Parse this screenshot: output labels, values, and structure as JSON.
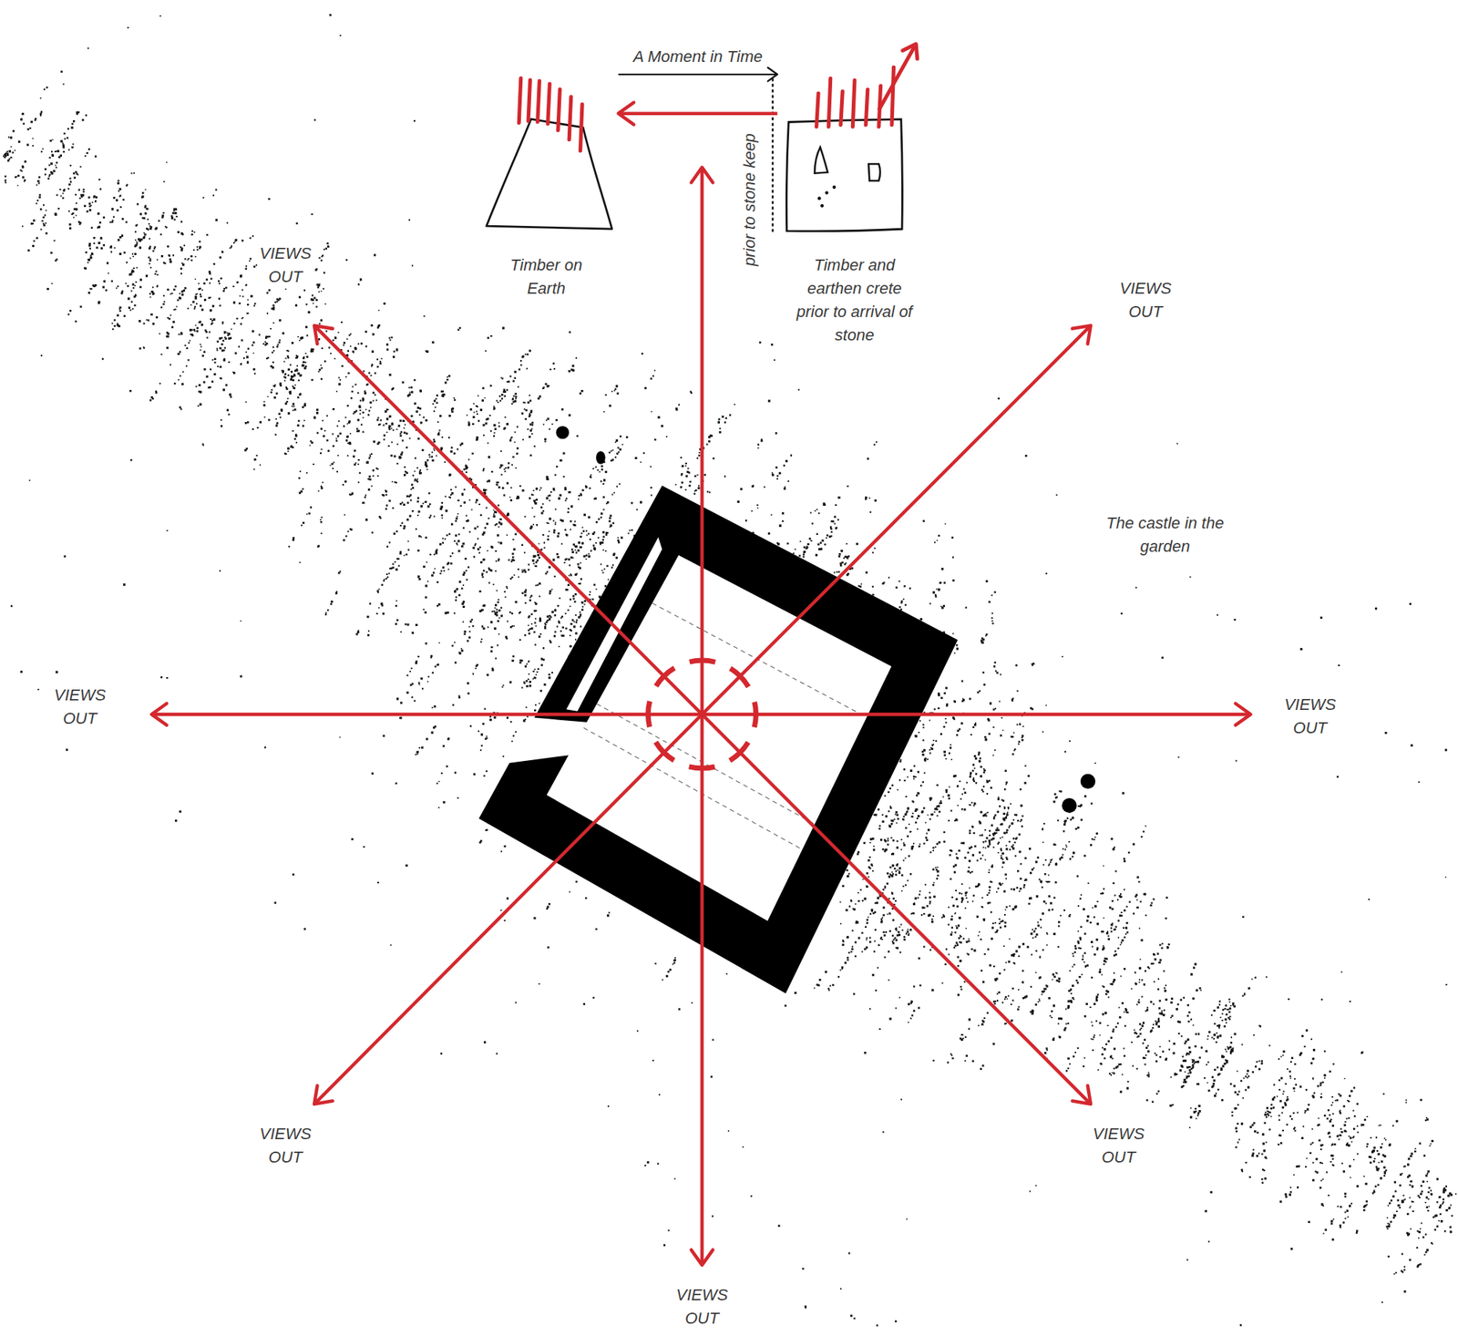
{
  "diagram": {
    "nodes": [
      {
        "text": [
          "Timber on Earth"
        ]
      },
      {
        "text": [
          "Timber and earthen crete prior to arrival of stone"
        ]
      }
    ],
    "edges": [
      {
        "from": 0,
        "to": 1,
        "arrow": "to",
        "label": "A Moment in Time"
      },
      {
        "from": 1,
        "to": 0,
        "arrow": "to"
      }
    ],
    "labels": [
      "prior to stone keep",
      "VIEWS OUT",
      "VIEWS OUT",
      "The castle in the garden",
      "VIEWS OUT",
      "VIEWS OUT",
      "VIEWS OUT",
      "VIEWS OUT",
      "VIEWS OUT"
    ]
  }
}
